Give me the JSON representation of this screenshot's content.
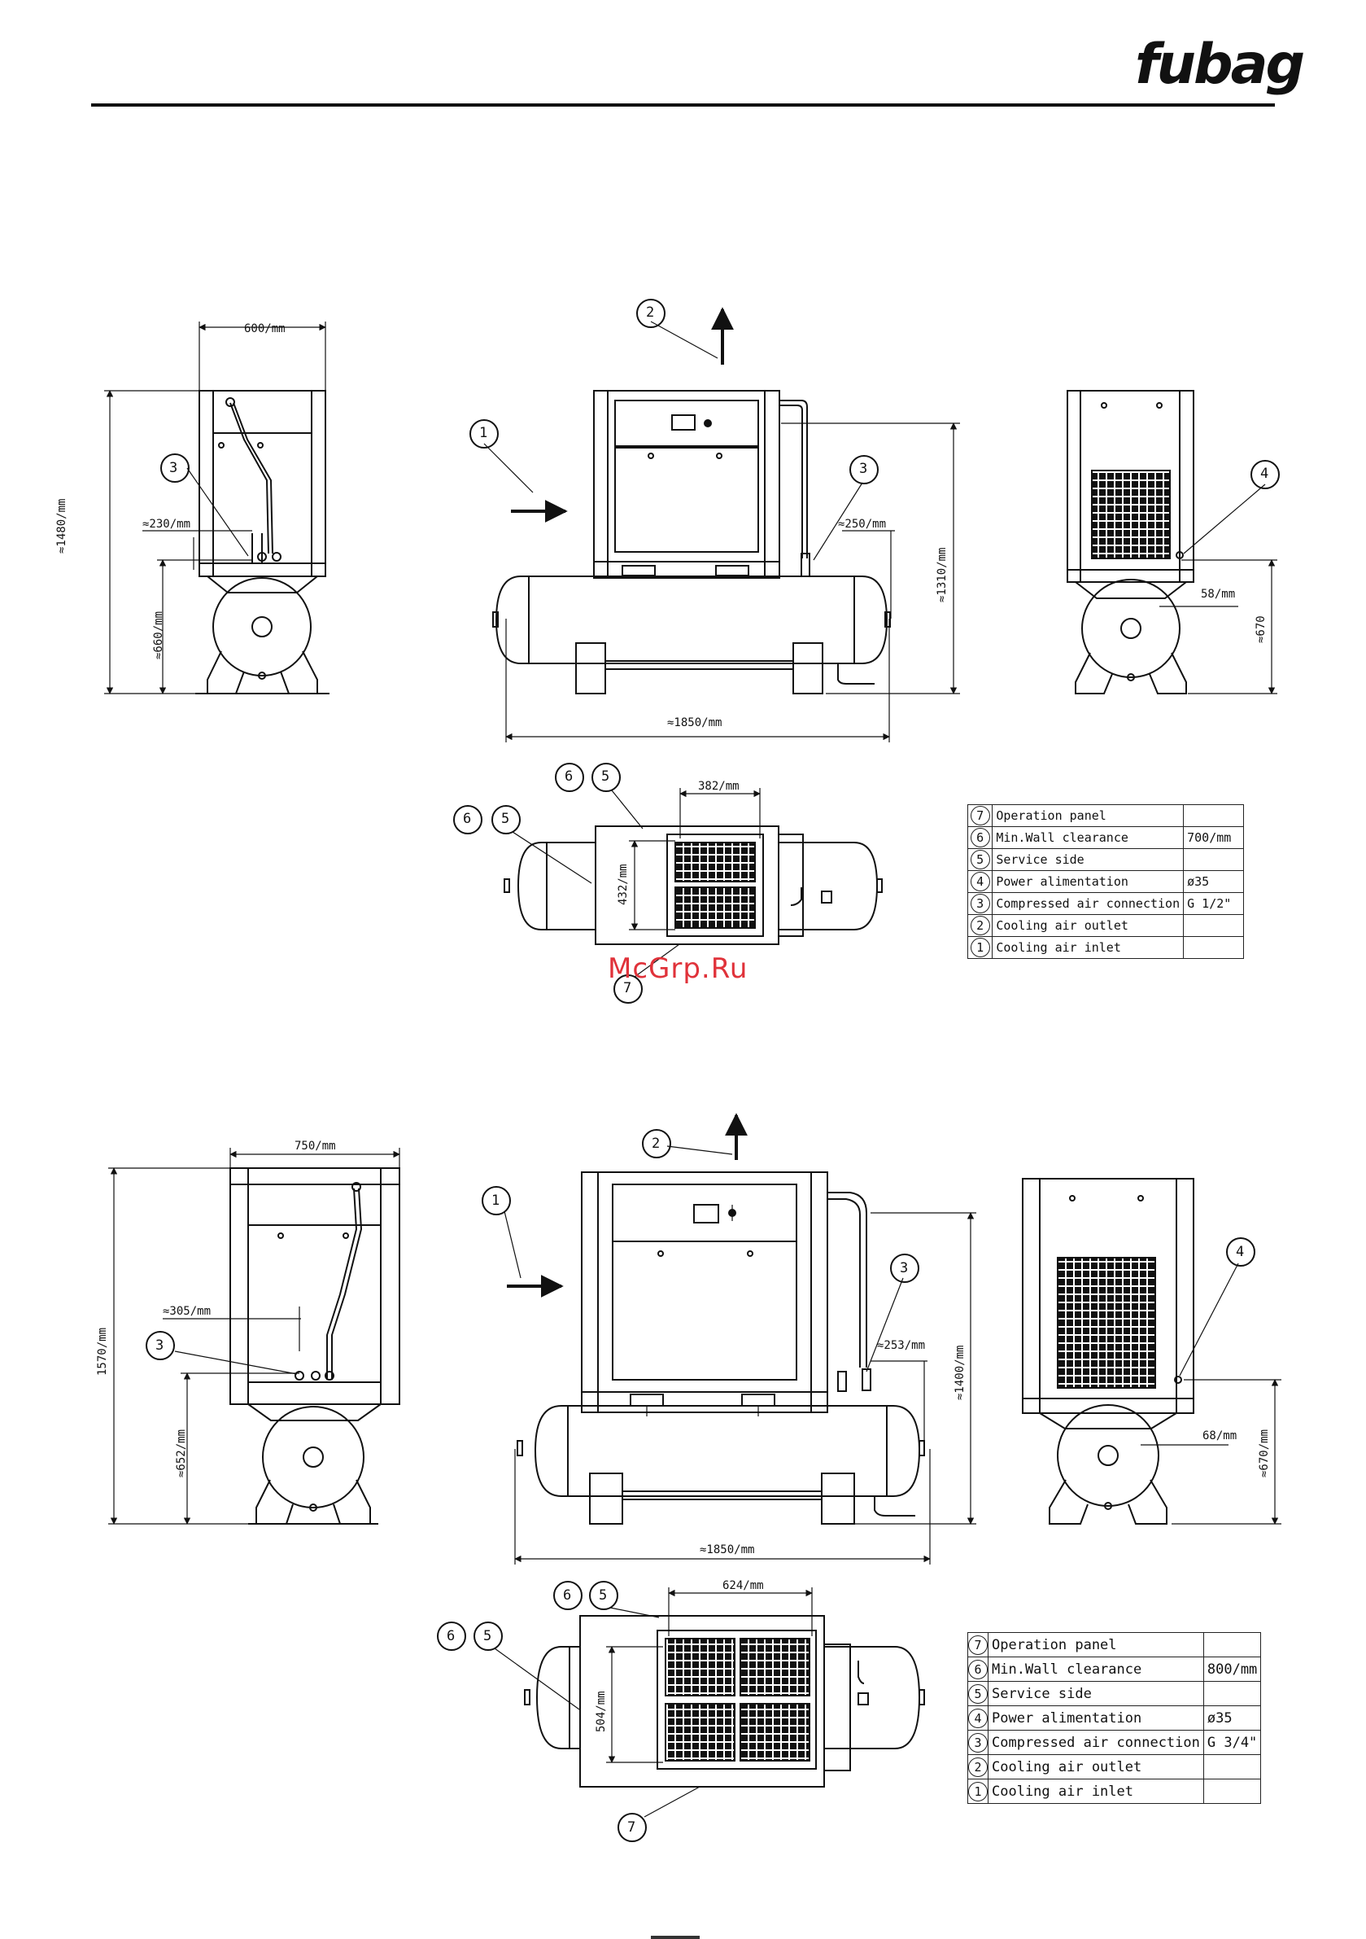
{
  "header": {
    "brand": "fubag"
  },
  "watermark": "McGrp.Ru",
  "model1": {
    "views": {
      "side_left": {
        "width": "600/mm",
        "height": "≈1480/mm",
        "outlet_offset": "≈230/mm",
        "outlet_height": "≈660/mm",
        "callout": "3"
      },
      "front": {
        "callout_inlet": "1",
        "callout_outlet": "2",
        "callout_connection": "3",
        "connection_offset": "≈250/mm",
        "height": "≈1310/mm",
        "length": "≈1850/mm"
      },
      "side_right": {
        "callout_power": "4",
        "power_offset": "58/mm",
        "power_height": "≈670"
      },
      "top": {
        "grille_width": "382/mm",
        "grille_height": "432/mm",
        "callout_a1": "6",
        "callout_a2": "5",
        "callout_b1": "6",
        "callout_b2": "5",
        "callout_panel": "7"
      }
    },
    "spec_rows": [
      {
        "num": "7",
        "label": "Operation panel",
        "value": ""
      },
      {
        "num": "6",
        "label": "Min.Wall clearance",
        "value": "700/mm"
      },
      {
        "num": "5",
        "label": "Service side",
        "value": ""
      },
      {
        "num": "4",
        "label": "Power alimentation",
        "value": "ø35"
      },
      {
        "num": "3",
        "label": "Compressed air connection",
        "value": "G 1/2\""
      },
      {
        "num": "2",
        "label": "Cooling air outlet",
        "value": ""
      },
      {
        "num": "1",
        "label": "Cooling air inlet",
        "value": ""
      }
    ]
  },
  "model2": {
    "views": {
      "side_left": {
        "width": "750/mm",
        "height": "1570/mm",
        "outlet_offset": "≈305/mm",
        "outlet_height": "≈652/mm",
        "callout": "3"
      },
      "front": {
        "callout_inlet": "1",
        "callout_outlet": "2",
        "callout_connection": "3",
        "connection_offset": "≈253/mm",
        "height": "≈1400/mm",
        "length": "≈1850/mm"
      },
      "side_right": {
        "callout_power": "4",
        "power_offset": "68/mm",
        "power_height": "≈670/mm"
      },
      "top": {
        "grille_width": "624/mm",
        "grille_height": "504/mm",
        "callout_a1": "6",
        "callout_a2": "5",
        "callout_b1": "6",
        "callout_b2": "5",
        "callout_panel": "7"
      }
    },
    "spec_rows": [
      {
        "num": "7",
        "label": "Operation panel",
        "value": ""
      },
      {
        "num": "6",
        "label": "Min.Wall clearance",
        "value": "800/mm"
      },
      {
        "num": "5",
        "label": "Service side",
        "value": ""
      },
      {
        "num": "4",
        "label": "Power alimentation",
        "value": "ø35"
      },
      {
        "num": "3",
        "label": "Compressed air connection",
        "value": "G 3/4\""
      },
      {
        "num": "2",
        "label": "Cooling air outlet",
        "value": ""
      },
      {
        "num": "1",
        "label": "Cooling air inlet",
        "value": ""
      }
    ]
  }
}
